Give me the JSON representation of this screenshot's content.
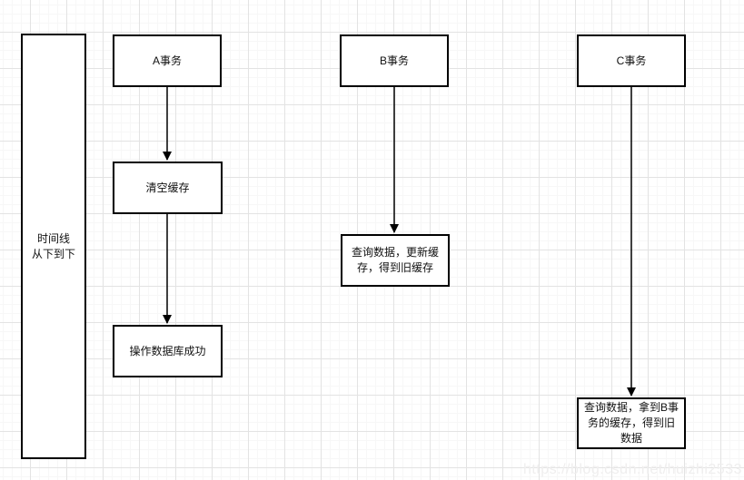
{
  "diagram": {
    "nodes": {
      "timeline": "时间线\n从下到下",
      "a_header": "A事务",
      "a_step1": "清空缓存",
      "a_step2": "操作数据库成功",
      "b_header": "B事务",
      "b_step1": "查询数据，更新缓存，得到旧缓存",
      "c_header": "C事务",
      "c_step1": "查询数据，拿到B事务的缓存，得到旧数据"
    },
    "edges": [
      {
        "from": "a_header",
        "to": "a_step1"
      },
      {
        "from": "a_step1",
        "to": "a_step2"
      },
      {
        "from": "b_header",
        "to": "b_step1"
      },
      {
        "from": "c_header",
        "to": "c_step1"
      }
    ]
  },
  "watermark": "https://blog.csdn.net/huizhi2533",
  "colors": {
    "border-color": "#000000",
    "grid-minor": "#f7f7f7",
    "grid-major": "#e3e3e3",
    "watermark-color": "#efeeee",
    "text-color": "#111111"
  }
}
